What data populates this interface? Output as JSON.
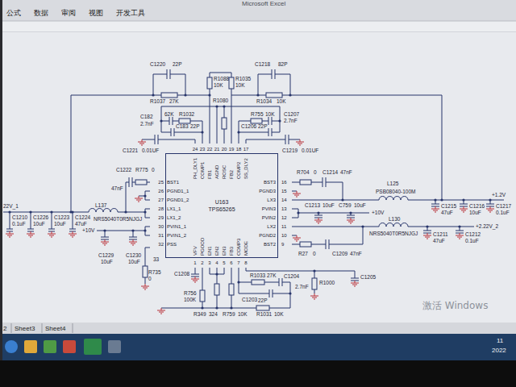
{
  "diagram": {
    "nodes": [
      {
        "text": [
          "U163",
          "TPS65265"
        ]
      }
    ],
    "labels": [
      "Microsoft Excel",
      "公式",
      "数据",
      "审阅",
      "视图",
      "开发工具",
      "C1220",
      "22P",
      "R1037",
      "27K",
      "R1088",
      "10K",
      "R1035",
      "10K",
      "C1218",
      "82P",
      "R1034",
      "10K",
      "R1080",
      "R1032",
      "62K",
      "C182",
      "2.7nF",
      "C183",
      "22P",
      "C1221",
      "0.01UF",
      "R755",
      "10K",
      "C1207",
      "2.7nF",
      "C1206",
      "22P",
      "C1219",
      "0.01UF",
      "C1222",
      "R775",
      "0",
      "47nF",
      "L137",
      "NRS5040T0R5NJGJ",
      "22V_1",
      "C1210",
      "0.1uF",
      "C1226",
      "10uF",
      "C1223",
      "10uF",
      "C1224",
      "47uF",
      "+10V",
      "C1229",
      "10uF",
      "C1230",
      "10uF",
      "R735",
      "0",
      "33",
      "R704",
      "0",
      "C1214",
      "47nF",
      "L125",
      "PSB08040-100M",
      "C1215",
      "47uF",
      "C1216",
      "10uF",
      "C1217",
      "0.1uF",
      "+1.2V",
      "C1213",
      "10uF",
      "C759",
      "10uF",
      "+10V",
      "L130",
      "NRS5040T0R5NJGJ",
      "C1211",
      "47uF",
      "C1212",
      "0.1uF",
      "+2.22V_2",
      "R27",
      "0",
      "C1209",
      "47nF",
      "C1208",
      "R756",
      "100K",
      "R349",
      "324",
      "R759",
      "10K",
      "R1031",
      "10K",
      "C1203",
      "22P",
      "R1033",
      "27K",
      "C1204",
      "2.7nF",
      "R1000",
      "C1205",
      "25",
      "26",
      "27",
      "28",
      "29",
      "30",
      "31",
      "32",
      "BST1",
      "PGND1_1",
      "PGND1_2",
      "LX1_1",
      "LX1_2",
      "PVIN1_1",
      "PVIN1_2",
      "PSS",
      "16",
      "15",
      "14",
      "13",
      "12",
      "11",
      "10",
      "9",
      "BST3",
      "PGND3",
      "LX3",
      "PVIN3",
      "PVIN2",
      "LX2",
      "PGND2",
      "BST2",
      "24",
      "23",
      "22",
      "21",
      "20",
      "19",
      "18",
      "17",
      "PH_DLY1",
      "COMP1",
      "FB1",
      "AGND",
      "ROSC",
      "FB2",
      "COMP2",
      "SS_DLY2",
      "1",
      "2",
      "3",
      "4",
      "5",
      "6",
      "7",
      "8",
      "VFV",
      "PGOOD",
      "EN1",
      "EN2",
      "EN3",
      "FB3",
      "COMP3",
      "MODE",
      "激活 Windows",
      "2",
      "Sheet3",
      "Sheet4",
      "11",
      "2022"
    ]
  }
}
